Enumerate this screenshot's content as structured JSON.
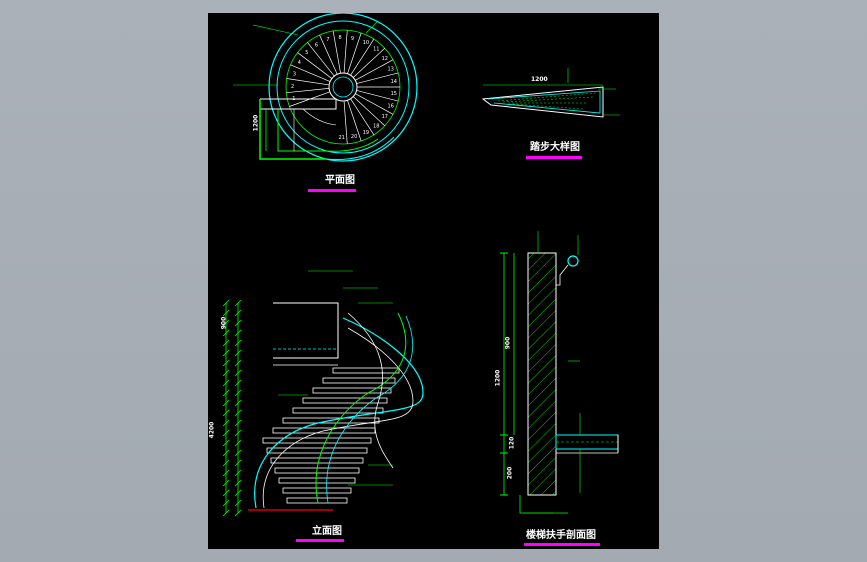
{
  "titles": {
    "plan": "平面图",
    "tread_detail": "踏步大样图",
    "elevation": "立面图",
    "handrail_section": "楼梯扶手剖面图"
  },
  "dims": {
    "plan_1200": "1200",
    "tread_1200": "1200",
    "section_900": "900",
    "section_1200": "1200",
    "section_120": "120",
    "section_200": "200",
    "elev_total": "4200",
    "elev_top": "900"
  },
  "plan_tread_numbers": [
    "1",
    "2",
    "3",
    "4",
    "5",
    "6",
    "7",
    "8",
    "9",
    "10",
    "11",
    "12",
    "13",
    "14",
    "15",
    "16",
    "17",
    "18",
    "19",
    "20",
    "21"
  ],
  "colors": {
    "background": "#000000",
    "line_white": "#ffffff",
    "line_cyan": "#00ffff",
    "line_green": "#00ff00",
    "title_underline": "#ff00ff",
    "ground": "#ff0000"
  }
}
